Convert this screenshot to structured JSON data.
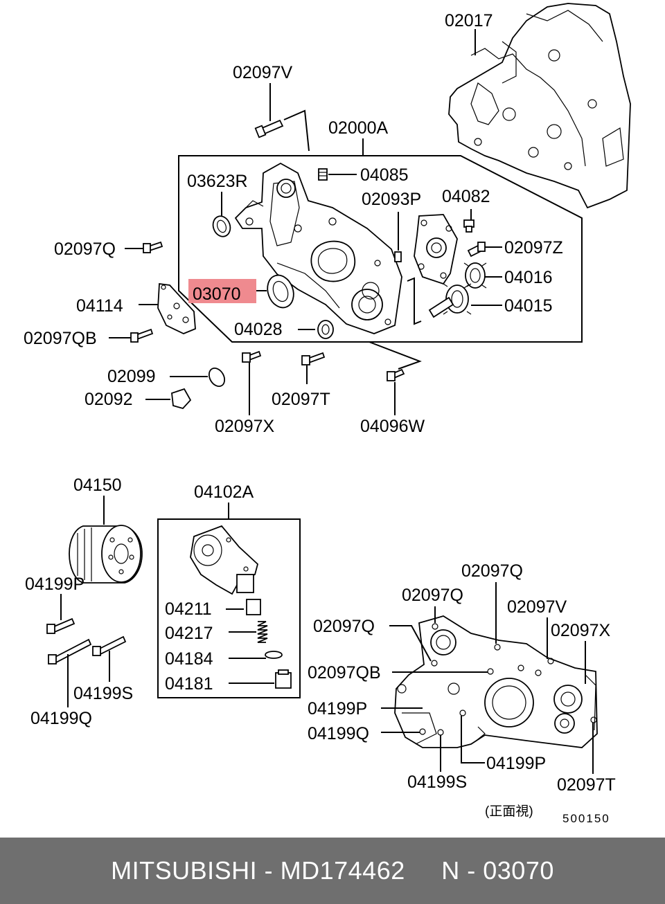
{
  "diagram": {
    "highlight_part": "03070",
    "highlight_color": "#ef8a8f",
    "labels": {
      "l02017": "02017",
      "l02097V_top": "02097V",
      "l02000A": "02000A",
      "l03623R": "03623R",
      "l04085": "04085",
      "l02093P": "02093P",
      "l04082": "04082",
      "l02097Q_left": "02097Q",
      "l02097Z": "02097Z",
      "l04016": "04016",
      "l03070": "03070",
      "l04114": "04114",
      "l04015": "04015",
      "l04028": "04028",
      "l02097QB_left": "02097QB",
      "l02099": "02099",
      "l02092": "02092",
      "l02097T_mid": "02097T",
      "l02097X_mid": "02097X",
      "l04096W": "04096W",
      "l04150": "04150",
      "l04102A": "04102A",
      "l04199P_left": "04199P",
      "l04211": "04211",
      "l04217": "04217",
      "l04184": "04184",
      "l04181": "04181",
      "l04199S_left": "04199S",
      "l04199Q_left": "04199Q",
      "l02097Q_r1": "02097Q",
      "l02097Q_r2": "02097Q",
      "l02097Q_r3": "02097Q",
      "l02097V_r": "02097V",
      "l02097X_r": "02097X",
      "l02097QB_r": "02097QB",
      "l04199P_r1": "04199P",
      "l04199Q_r": "04199Q",
      "l04199P_r2": "04199P",
      "l04199S_r": "04199S",
      "l02097T_r": "02097T",
      "front_view_note": "(正面視)",
      "diagram_number": "500150"
    }
  },
  "footer": {
    "text": "MITSUBISHI - MD174462     N - 03070",
    "background": "#6f6f6f",
    "color": "#ffffff"
  }
}
